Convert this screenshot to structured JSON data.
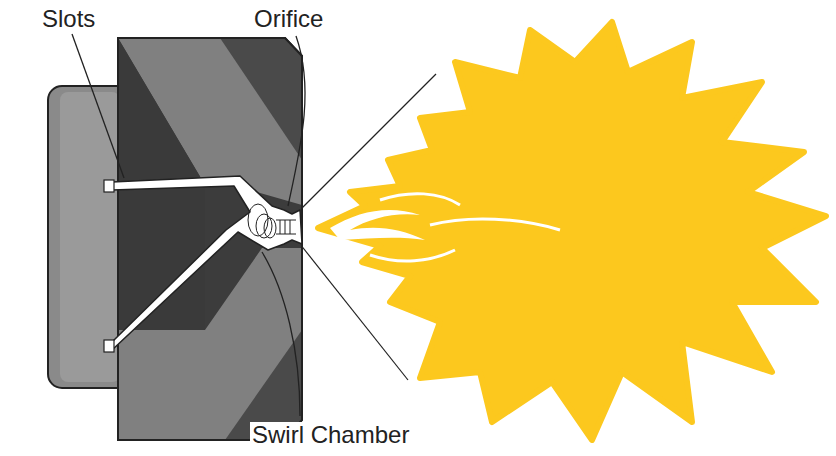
{
  "diagram": {
    "labels": [
      "Slots",
      "Orifice",
      "Swirl Chamber"
    ]
  }
}
